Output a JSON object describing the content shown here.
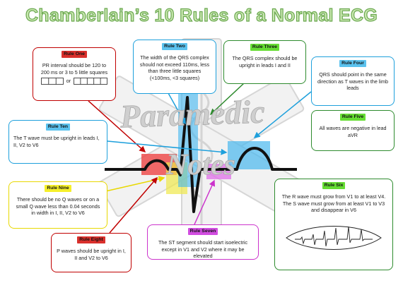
{
  "title": "Chamberlain’s 10 Rules of a Normal ECG",
  "watermark": {
    "line1": "Paramedic",
    "line2": "Notes"
  },
  "colors": {
    "red": "#c00000",
    "blue": "#1ea0dc",
    "green": "#2e8b2e",
    "yellow": "#e8d800",
    "magenta": "#cc33cc",
    "tag_blue": "#5bc2ee",
    "tag_green": "#66dd33",
    "tag_yellow": "#f5ef2a",
    "tag_red": "#d9302c",
    "tag_magenta": "#d14de0"
  },
  "rules": {
    "one": {
      "tag": "Rule One",
      "text": "PR interval should be 120 to 200 ms or 3 to 5 little squares",
      "or": "or"
    },
    "two": {
      "tag": "Rule Two",
      "text": "The width of the QRS complex should not exceed 110ms, less than three little squares (<100ms, <3 squares)"
    },
    "three": {
      "tag": "Rule Three",
      "text": "The QRS complex should be upright in leads I and II"
    },
    "four": {
      "tag": "Rule Four",
      "text": "QRS should point in the same direction as T waves in the limb leads"
    },
    "five": {
      "tag": "Rule Five",
      "text": "All waves are negative in lead aVR"
    },
    "six": {
      "tag": "Rule Six",
      "text": "The R wave must grow from V1 to at least V4. The S wave must grow from at least V1 to V3 and disappear in V6"
    },
    "seven": {
      "tag": "Rule Seven",
      "text": "The ST segment should start isoelectric except in V1 and V2 where it may be elevated"
    },
    "eight": {
      "tag": "Rule Eight",
      "text": "P waves should be upright in I, II and V2 to V6"
    },
    "nine": {
      "tag": "Rule Nine",
      "text": "There should be no Q waves or on a small Q wave less than 0.04 seconds in width in I, II, V2 to V6"
    },
    "ten": {
      "tag": "Rule Ten",
      "text": "The T wave must be upright in leads I, II, V2 to V6"
    }
  }
}
